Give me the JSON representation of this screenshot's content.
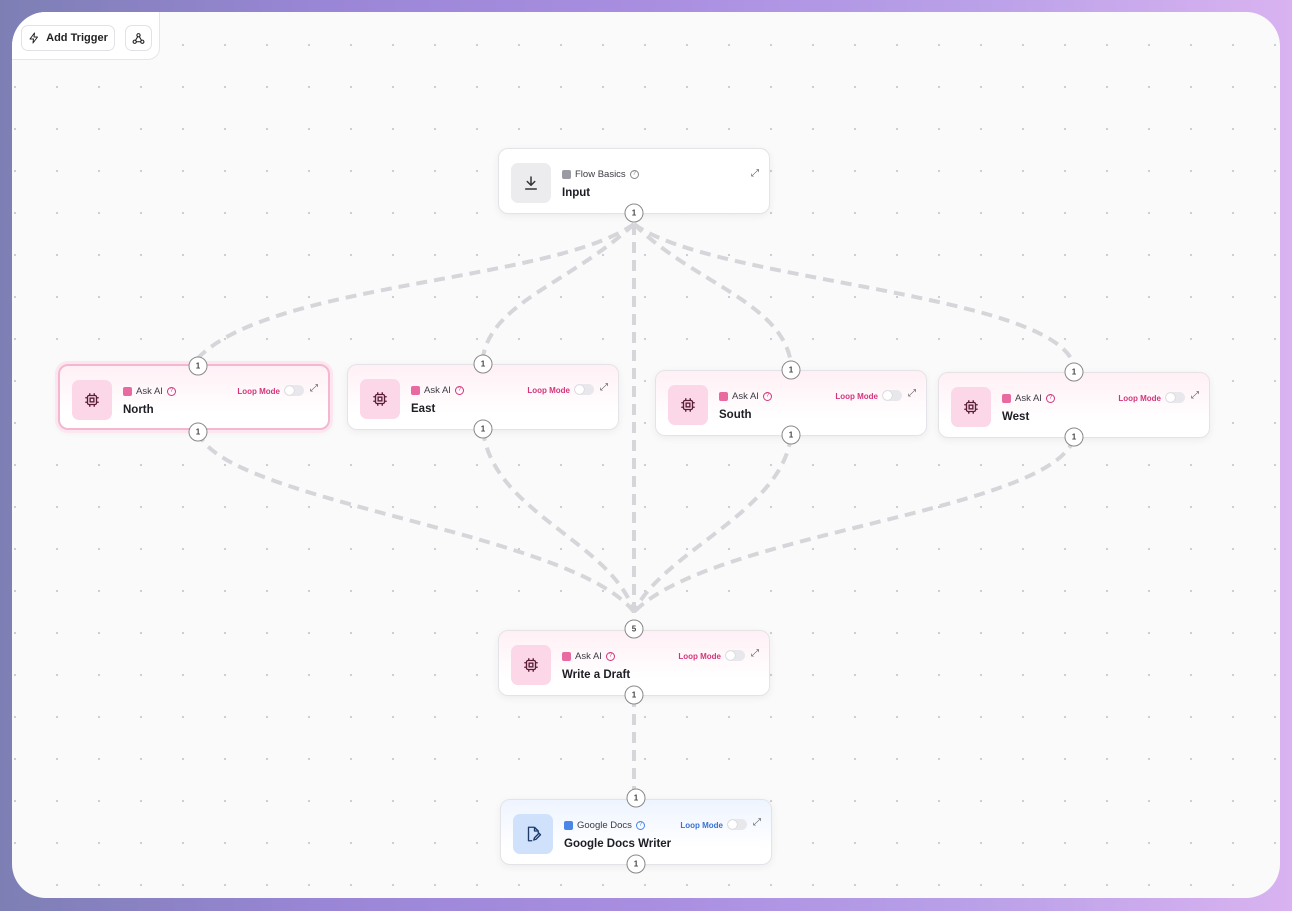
{
  "toolbar": {
    "add_trigger_label": "Add Trigger",
    "add_trigger_icon": "lightning-icon",
    "webhook_icon": "webhook-icon"
  },
  "colors": {
    "ai_accent": "#d4357a",
    "docs_accent": "#3a72d0",
    "edge": "#d6d6da"
  },
  "nodes": {
    "input": {
      "category": "Flow Basics",
      "title": "Input",
      "icon": "download-icon",
      "in_port": "",
      "out_port": "1"
    },
    "north": {
      "category": "Ask AI",
      "title": "North",
      "loop_label": "Loop Mode",
      "loop_on": false,
      "icon": "cpu-chip-icon",
      "in_port": "1",
      "out_port": "1"
    },
    "east": {
      "category": "Ask AI",
      "title": "East",
      "loop_label": "Loop Mode",
      "loop_on": false,
      "icon": "cpu-chip-icon",
      "in_port": "1",
      "out_port": "1"
    },
    "south": {
      "category": "Ask AI",
      "title": "South",
      "loop_label": "Loop Mode",
      "loop_on": false,
      "icon": "cpu-chip-icon",
      "in_port": "1",
      "out_port": "1"
    },
    "west": {
      "category": "Ask AI",
      "title": "West",
      "loop_label": "Loop Mode",
      "loop_on": false,
      "icon": "cpu-chip-icon",
      "in_port": "1",
      "out_port": "1"
    },
    "draft": {
      "category": "Ask AI",
      "title": "Write a Draft",
      "loop_label": "Loop Mode",
      "loop_on": false,
      "icon": "cpu-chip-icon",
      "in_port": "5",
      "out_port": "1"
    },
    "docs": {
      "category": "Google Docs",
      "title": "Google Docs Writer",
      "loop_label": "Loop Mode",
      "loop_on": false,
      "icon": "document-edit-icon",
      "in_port": "1",
      "out_port": "1"
    }
  }
}
